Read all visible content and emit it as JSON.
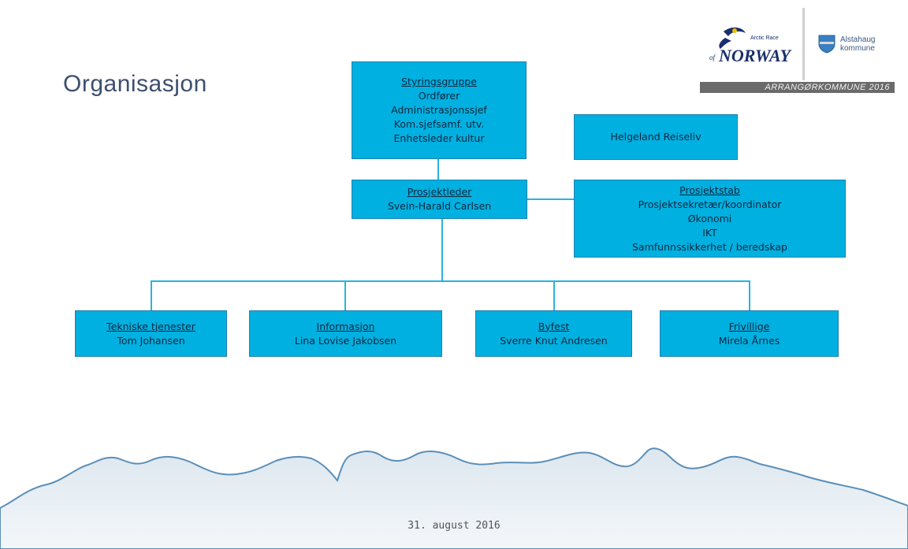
{
  "title": "Organisasjon",
  "footer_date": "31. august 2016",
  "logo": {
    "tour_text_small": "Arctic Race",
    "tour_text_of": "of",
    "tour_text_main": "NORWAY",
    "kommune_line1": "Alstahaug",
    "kommune_line2": "kommune",
    "arrangor_text": "ARRANGØRKOMMUNE 2016"
  },
  "org": {
    "styringsgruppe": {
      "head": "Styringsgruppe",
      "lines": [
        "Ordfører",
        "Administrasjonssjef",
        "Kom.sjefsamf. utv.",
        "Enhetsleder kultur"
      ]
    },
    "helgeland": {
      "text": "Helgeland Reiseliv"
    },
    "prosjektleder": {
      "head": "Prosjektleder",
      "name": "Svein-Harald Carlsen"
    },
    "prosjektstab": {
      "head": "Prosjektstab",
      "lines": [
        "Prosjektsekretær/koordinator",
        "Økonomi",
        "IKT",
        "Samfunnssikkerhet / beredskap"
      ]
    },
    "tekniske": {
      "head": "Tekniske tjenester",
      "name": "Tom Johansen"
    },
    "informasjon": {
      "head": "Informasjon",
      "name": "Lina Lovise Jakobsen"
    },
    "byfest": {
      "head": "Byfest",
      "name": "Sverre Knut Andresen"
    },
    "frivillige": {
      "head": "Frivillige",
      "name": "Mirela Årnes"
    }
  },
  "colors": {
    "box_fill": "#00b0e0",
    "box_border": "#1e7fb0",
    "connector": "#2ab2de",
    "title": "#3d4f6e"
  }
}
